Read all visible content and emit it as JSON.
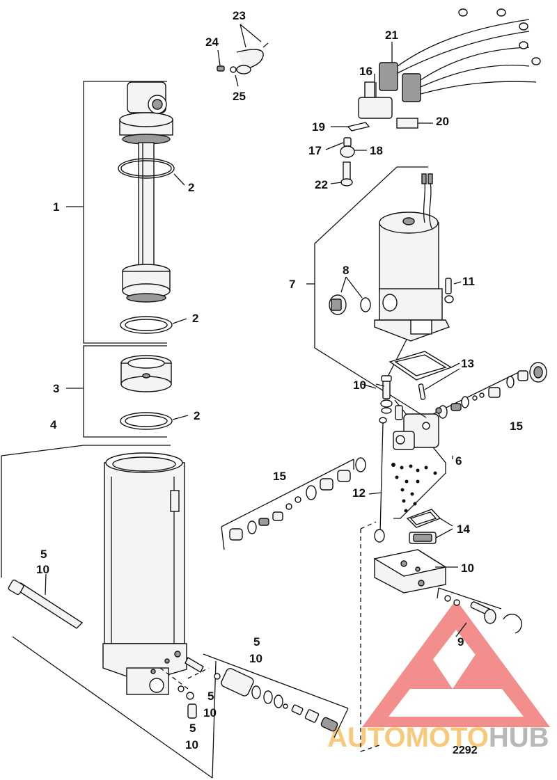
{
  "diagram_number": "2292",
  "watermark": {
    "part1": "AUTOMOTO",
    "part2": "HUB",
    "color_orange": "#f5a623",
    "color_gray": "#888888",
    "color_red": "#e8322d"
  },
  "callouts": {
    "c1": "1",
    "c2a": "2",
    "c2b": "2",
    "c2c": "2",
    "c3": "3",
    "c4": "4",
    "c5a": "5",
    "c10a": "10",
    "c5b": "5",
    "c10b": "10",
    "c5c": "5",
    "c10c": "10",
    "c5d": "5",
    "c10d": "10",
    "c6": "6",
    "c7": "7",
    "c8": "8",
    "c9": "9",
    "c10e": "10",
    "c10f": "10",
    "c11": "11",
    "c12": "12",
    "c13": "13",
    "c14": "14",
    "c15a": "15",
    "c15b": "15",
    "c16": "16",
    "c17": "17",
    "c18": "18",
    "c19": "19",
    "c20": "20",
    "c21": "21",
    "c22": "22",
    "c23": "23",
    "c24": "24",
    "c25": "25"
  }
}
